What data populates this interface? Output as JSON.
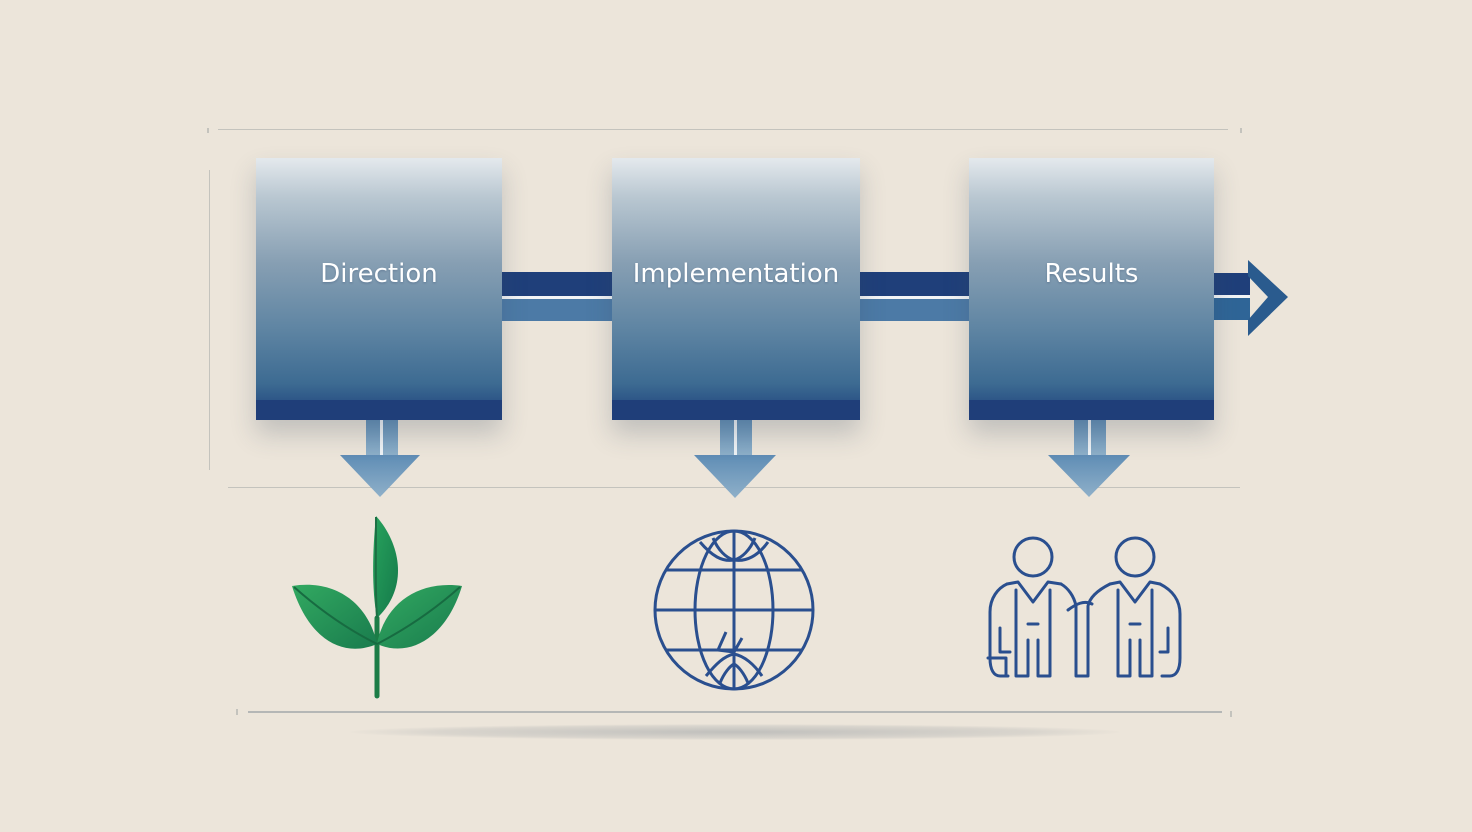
{
  "diagram": {
    "steps": [
      {
        "label": "Direction",
        "icon": "sprout-icon"
      },
      {
        "label": "Implementation",
        "icon": "globe-icon"
      },
      {
        "label": "Results",
        "icon": "people-icon"
      }
    ]
  },
  "colors": {
    "background": "#ece5da",
    "box_dark": "#1e3d78",
    "box_mid": "#5f85a3",
    "arrow_light": "#5b89b2",
    "arrow_dark": "#203f79",
    "leaf_green": "#1f8a52",
    "line_art_blue": "#2a4f8f"
  }
}
